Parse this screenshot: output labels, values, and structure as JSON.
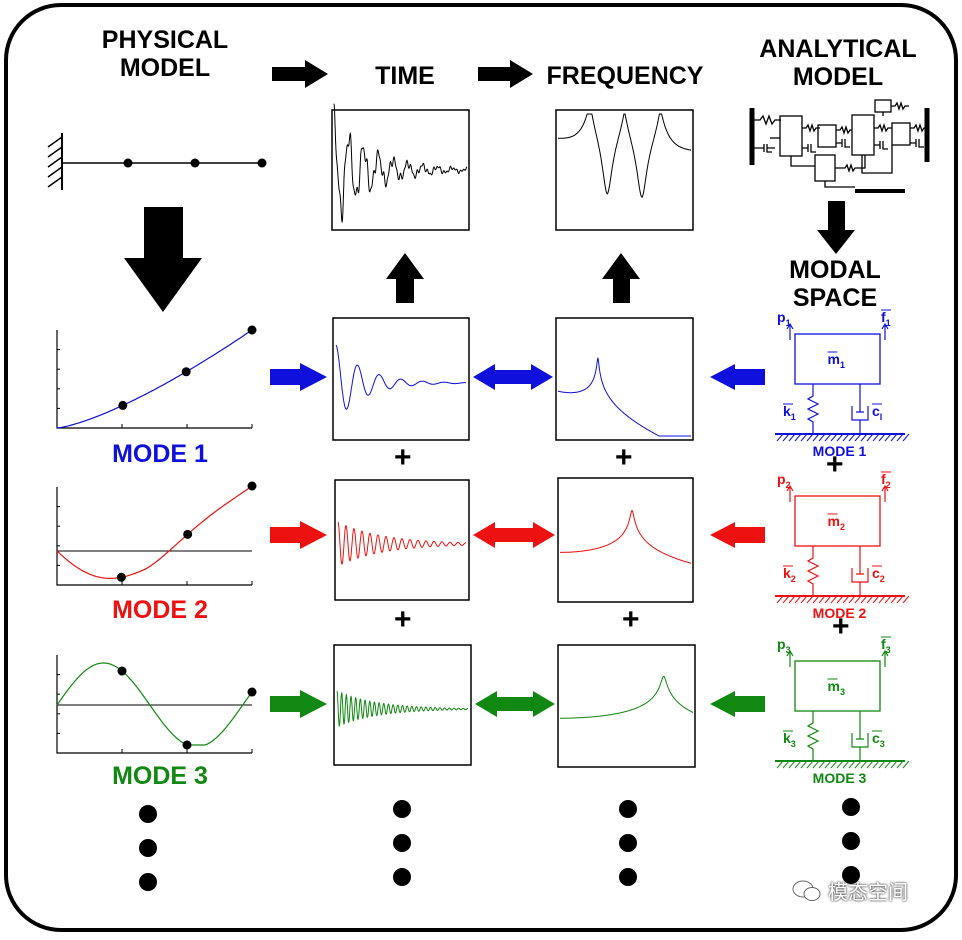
{
  "headers": {
    "physical_model": [
      "PHYSICAL",
      "MODEL"
    ],
    "time": "TIME",
    "frequency": "FREQUENCY",
    "analytical_model": [
      "ANALYTICAL",
      "MODEL"
    ],
    "modal_space": [
      "MODAL",
      "SPACE"
    ]
  },
  "modes": [
    {
      "label": "MODE 1",
      "color": "#1010dd",
      "small_label": "MODE 1",
      "p": "p",
      "f": "f",
      "m": "m",
      "k": "k",
      "c": "c",
      "sub": "1",
      "c_sub": "l"
    },
    {
      "label": "MODE 2",
      "color": "#ee1111",
      "small_label": "MODE 2",
      "p": "p",
      "f": "f",
      "m": "m",
      "k": "k",
      "c": "c",
      "sub": "2",
      "c_sub": "2"
    },
    {
      "label": "MODE 3",
      "color": "#118811",
      "small_label": "MODE 3",
      "p": "p",
      "f": "f",
      "m": "m",
      "k": "k",
      "c": "c",
      "sub": "3",
      "c_sub": "3"
    }
  ],
  "plus_sign": "+",
  "watermark": "模态空间",
  "colors": {
    "arrow_black": "#000000",
    "frame": "#000000"
  }
}
